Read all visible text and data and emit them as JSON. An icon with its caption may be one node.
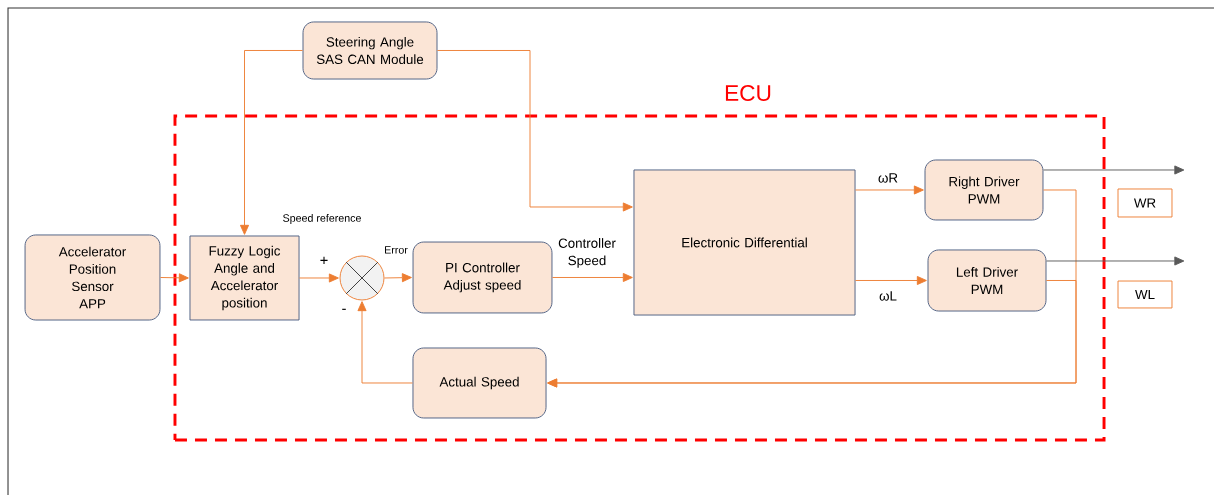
{
  "diagram": {
    "nodes": [
      {
        "text": [
          "ECU"
        ]
      },
      {
        "text": [
          "Steering Angle SAS CAN Module"
        ]
      },
      {
        "text": [
          "Accelerator Position Sensor APP"
        ]
      },
      {
        "text": [
          "Fuzzy Logic Angle and Accelerator position"
        ],
        "in": 0
      },
      {
        "text": [],
        "shape": "circle",
        "in": 0
      },
      {
        "text": [
          "PI Controller Adjust speed"
        ],
        "in": 0
      },
      {
        "text": [
          "Electronic Differential"
        ],
        "in": 0
      },
      {
        "text": [
          "Right Driver PWM"
        ],
        "in": 0
      },
      {
        "text": [
          "Left Driver PWM"
        ],
        "in": 0
      },
      {
        "text": [
          "Actual Speed"
        ],
        "in": 0
      },
      {
        "text": [
          "WR"
        ]
      },
      {
        "text": [
          "WL"
        ]
      }
    ],
    "edges": [
      {
        "from": 1,
        "to": 3,
        "arrow": "to"
      },
      {
        "from": 1,
        "to": 6,
        "arrow": "to"
      },
      {
        "from": 2,
        "to": 3,
        "arrow": "to"
      },
      {
        "from": 3,
        "to": 4,
        "arrow": "to"
      },
      {
        "from": 4,
        "to": 5,
        "arrow": "to",
        "label": "Error"
      },
      {
        "from": 5,
        "to": 6,
        "arrow": "to",
        "label": "Controller Speed"
      },
      {
        "from": 6,
        "to": 7,
        "arrow": "to",
        "label": "ωR"
      },
      {
        "from": 6,
        "to": 8,
        "arrow": "to",
        "label": "ωL"
      },
      {
        "from": 7,
        "to": 9,
        "arrow": "to"
      },
      {
        "from": 8,
        "to": 9,
        "arrow": "to"
      },
      {
        "from": 9,
        "to": 4,
        "arrow": "to"
      },
      {
        "from": 7,
        "to": null,
        "arrow": "to",
        "color": "#595959"
      },
      {
        "from": 8,
        "to": null,
        "arrow": "to",
        "color": "#595959"
      }
    ],
    "labels": [
      "Speed reference",
      "+",
      "-"
    ]
  }
}
